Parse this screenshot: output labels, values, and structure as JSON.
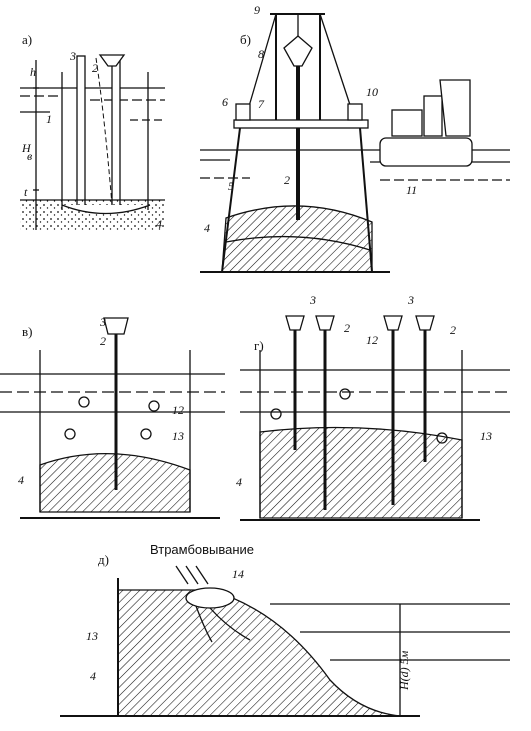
{
  "panels": {
    "a": {
      "letter": "а)",
      "labels": [
        "h",
        "3",
        "2",
        "1",
        "H",
        "в",
        "t",
        "4"
      ]
    },
    "b": {
      "letter": "б)",
      "labels": [
        "9",
        "8",
        "6",
        "7",
        "10",
        "5",
        "2",
        "4",
        "11"
      ]
    },
    "v": {
      "letter": "в)",
      "labels": [
        "3",
        "2",
        "12",
        "13",
        "4"
      ]
    },
    "g": {
      "letter": "г)",
      "labels": [
        "3",
        "3",
        "2",
        "12",
        "2",
        "13",
        "4"
      ]
    },
    "d": {
      "letter": "д)",
      "caption": "Втрамбовывание",
      "labels": [
        "14",
        "13",
        "4",
        "Н(d) 5м"
      ]
    }
  },
  "colors": {
    "ink": "#111111",
    "paper": "#ffffff"
  }
}
